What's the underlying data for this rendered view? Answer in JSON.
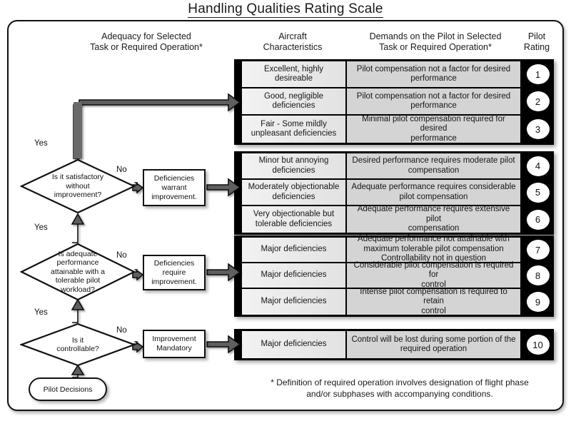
{
  "title": "Handling Qualities Rating Scale",
  "headers": {
    "adequacy": "Adequacy for Selected\nTask or Required  Operation*",
    "adequacy_l1": "Adequacy for Selected",
    "adequacy_l2": "Task or Required  Operation*",
    "aircraft_l1": "Aircraft",
    "aircraft_l2": "Characteristics",
    "demands_l1": "Demands on the Pilot in Selected",
    "demands_l2": "Task or Required Operation*",
    "rating_l1": "Pilot",
    "rating_l2": "Rating"
  },
  "groups": [
    {
      "id": "group-1",
      "rows": [
        {
          "aircraft": "Excellent, highly\ndesireable",
          "aircraft_l1": "Excellent, highly",
          "aircraft_l2": "desireable",
          "demands_l1": "Pilot compensation not a factor for desired",
          "demands_l2": "performance",
          "demands_l3": "",
          "rating": "1"
        },
        {
          "aircraft_l1": "Good, negligible",
          "aircraft_l2": "deficiencies",
          "demands_l1": "Pilot compensation not a factor for desired",
          "demands_l2": "performance",
          "demands_l3": "",
          "rating": "2"
        },
        {
          "aircraft_l1": "Fair - Some mildly",
          "aircraft_l2": "unpleasant deficiencies",
          "demands_l1": "Minimal pilot compensation required for desired",
          "demands_l2": "performance",
          "demands_l3": "",
          "rating": "3"
        }
      ]
    },
    {
      "id": "group-2",
      "rows": [
        {
          "aircraft_l1": "Minor but annoying",
          "aircraft_l2": "deficiencies",
          "demands_l1": "Desired performance requires moderate pilot",
          "demands_l2": "compensation",
          "demands_l3": "",
          "rating": "4"
        },
        {
          "aircraft_l1": "Moderately objectionable",
          "aircraft_l2": "deficiencies",
          "demands_l1": "Adequate performance requires considerable",
          "demands_l2": "pilot compensation",
          "demands_l3": "",
          "rating": "5"
        },
        {
          "aircraft_l1": "Very objectionable but",
          "aircraft_l2": "tolerable deficiencies",
          "demands_l1": "Adequate performance requires extensive pilot",
          "demands_l2": "compensation",
          "demands_l3": "",
          "rating": "6"
        }
      ]
    },
    {
      "id": "group-3",
      "rows": [
        {
          "aircraft_l1": "Major deficiencies",
          "aircraft_l2": "",
          "demands_l1": "Adequate performance not attainable with",
          "demands_l2": "maximum tolerable pilot compensation",
          "demands_l3": "Controllability not in question",
          "rating": "7"
        },
        {
          "aircraft_l1": "Major deficiencies",
          "aircraft_l2": "",
          "demands_l1": "Considerable pilot compensation is required for",
          "demands_l2": "control",
          "demands_l3": "",
          "rating": "8"
        },
        {
          "aircraft_l1": "Major deficiencies",
          "aircraft_l2": "",
          "demands_l1": "Intense pilot compensation is required to retain",
          "demands_l2": "control",
          "demands_l3": "",
          "rating": "9"
        }
      ]
    },
    {
      "id": "group-4",
      "rows": [
        {
          "aircraft_l1": "Major deficiencies",
          "aircraft_l2": "",
          "demands_l1": "Control will be lost during some portion of the",
          "demands_l2": "required operation",
          "demands_l3": "",
          "rating": "10"
        }
      ]
    }
  ],
  "flow": {
    "decisions": [
      {
        "id": "decision-satisfactory",
        "l1": "Is it satisfactory",
        "l2": "without",
        "l3": "improvement?",
        "l4": "",
        "l5": ""
      },
      {
        "id": "decision-adequate-performance",
        "l1": "Is adequate",
        "l2": "performance",
        "l3": "attainable with a",
        "l4": "tolerable pilot",
        "l5": "workload?"
      },
      {
        "id": "decision-controllable",
        "l1": "Is it",
        "l2": "controllable?",
        "l3": "",
        "l4": "",
        "l5": ""
      }
    ],
    "actions": [
      {
        "id": "action-warrant",
        "l1": "Deficiencies",
        "l2": "warrant",
        "l3": "improvement."
      },
      {
        "id": "action-require",
        "l1": "Deficiencies",
        "l2": "require",
        "l3": "improvement."
      },
      {
        "id": "action-mandatory",
        "l1": "Improvement",
        "l2": "Mandatory",
        "l3": ""
      }
    ],
    "terminator": "Pilot Decisions",
    "labels": {
      "yes1": "Yes",
      "yes2": "Yes",
      "yes3": "Yes",
      "no1": "No",
      "no2": "No",
      "no3": "No"
    }
  },
  "footnote_l1": "* Definition of required operation involves designation of flight phase",
  "footnote_l2": "and/or subphases with accompanying conditions.",
  "colors": {
    "frame": "#111111",
    "group_background": "#000000",
    "aircraft_cell": "#ebebeb",
    "demands_cell": "#d4d4d4",
    "rating_circle": "#ffffff",
    "arrow_fill": "#606060",
    "arrow_stroke": "#111111"
  }
}
